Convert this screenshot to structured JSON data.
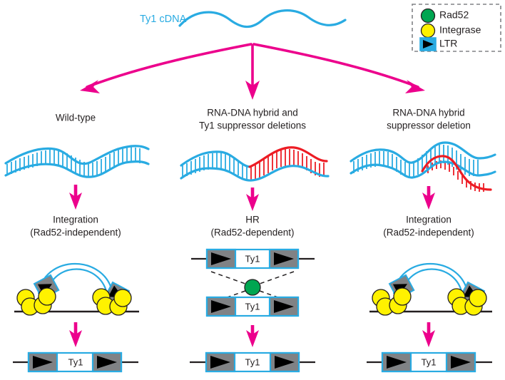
{
  "figure": {
    "title_label": "Ty1 cDNA",
    "background": "#ffffff"
  },
  "colors": {
    "cdna_cyan": "#29abe2",
    "rna_red": "#ed1c24",
    "arrow_magenta": "#ec008c",
    "rad52_green": "#00a651",
    "integrase_yellow": "#fff200",
    "ltr_gray": "#808285",
    "ltr_triangle": "#000000",
    "text_black": "#231f20",
    "legend_border": "#808285"
  },
  "legend": {
    "items": [
      {
        "label": "Rad52",
        "icon": "green-circle-icon",
        "color": "#00a651"
      },
      {
        "label": "Integrase",
        "icon": "yellow-circle-icon",
        "color": "#fff200"
      },
      {
        "label": "LTR",
        "icon": "ltr-box-icon",
        "color": "#29abe2"
      }
    ]
  },
  "pathways": [
    {
      "id": "wild-type",
      "column_label": "Wild-type",
      "column_label_line2": "",
      "substrate": "double-stranded-cdna",
      "outcome_line1": "Integration",
      "outcome_line2": "(Rad52-independent)",
      "mechanism": "integration-complex",
      "product_label": "Ty1"
    },
    {
      "id": "rna-dna-hybrid-ty1-suppressor",
      "column_label": "RNA-DNA hybrid and",
      "column_label_line2": "Ty1 suppressor deletions",
      "substrate": "rna-dna-hybrid-half",
      "outcome_line1": "HR",
      "outcome_line2": "(Rad52-dependent)",
      "mechanism": "homologous-recombination",
      "product_label": "Ty1",
      "hr_top_label": "Ty1",
      "hr_bottom_label": "Ty1"
    },
    {
      "id": "rna-dna-hybrid-suppressor",
      "column_label": "RNA-DNA hybrid",
      "column_label_line2": "suppressor deletion",
      "substrate": "rna-dna-hybrid-displaced",
      "outcome_line1": "Integration",
      "outcome_line2": "(Rad52-independent)",
      "mechanism": "integration-complex",
      "product_label": "Ty1"
    }
  ]
}
